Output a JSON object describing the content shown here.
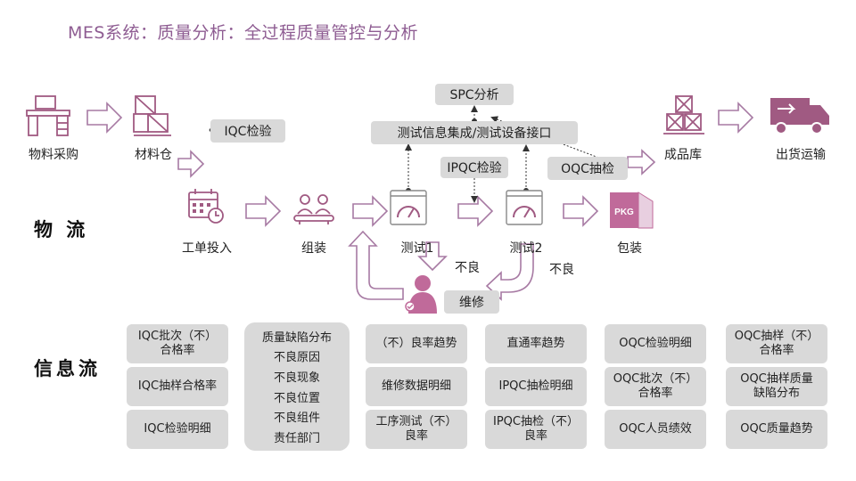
{
  "title": "MES系统：质量分析：全过程质量管控与分析",
  "sections": {
    "logistics": "物 流",
    "info": "信息流"
  },
  "nodes": {
    "purchase": "物料采购",
    "warehouse": "材料仓",
    "work_order": "工单投入",
    "assembly": "组装",
    "test1": "测试1",
    "test2": "测试2",
    "packaging": "包装",
    "finished_store": "成品库",
    "shipping": "出货运输",
    "repair": "维修",
    "pkg_text": "PKG"
  },
  "tags": {
    "iqc": "IQC检验",
    "spc": "SPC分析",
    "test_info": "测试信息集成/测试设备接口",
    "ipqc": "IPQC检验",
    "oqc": "OQC抽检",
    "bad1": "不良",
    "bad2": "不良"
  },
  "info_columns": [
    [
      "IQC批次（不）\n合格率",
      "IQC抽样合格率",
      "IQC检验明细"
    ],
    [
      "（不）良率趋势",
      "维修数据明细",
      "工序测试（不）\n良率"
    ],
    [
      "直通率趋势",
      "IPQC抽检明细",
      "IPQC抽检（不）\n良率"
    ],
    [
      "OQC检验明细",
      "OQC批次（不）\n合格率",
      "OQC人员绩效"
    ],
    [
      "OQC抽样（不）\n合格率",
      "OQC抽样质量\n缺陷分布",
      "OQC质量趋势"
    ]
  ],
  "defect_box": [
    "质量缺陷分布",
    "不良原因",
    "不良现象",
    "不良位置",
    "不良组件",
    "责任部门"
  ],
  "colors": {
    "accent": "#8e5c92",
    "pink": "#c06a9a",
    "box": "#d9d9d9",
    "icon": "#a05a82"
  }
}
